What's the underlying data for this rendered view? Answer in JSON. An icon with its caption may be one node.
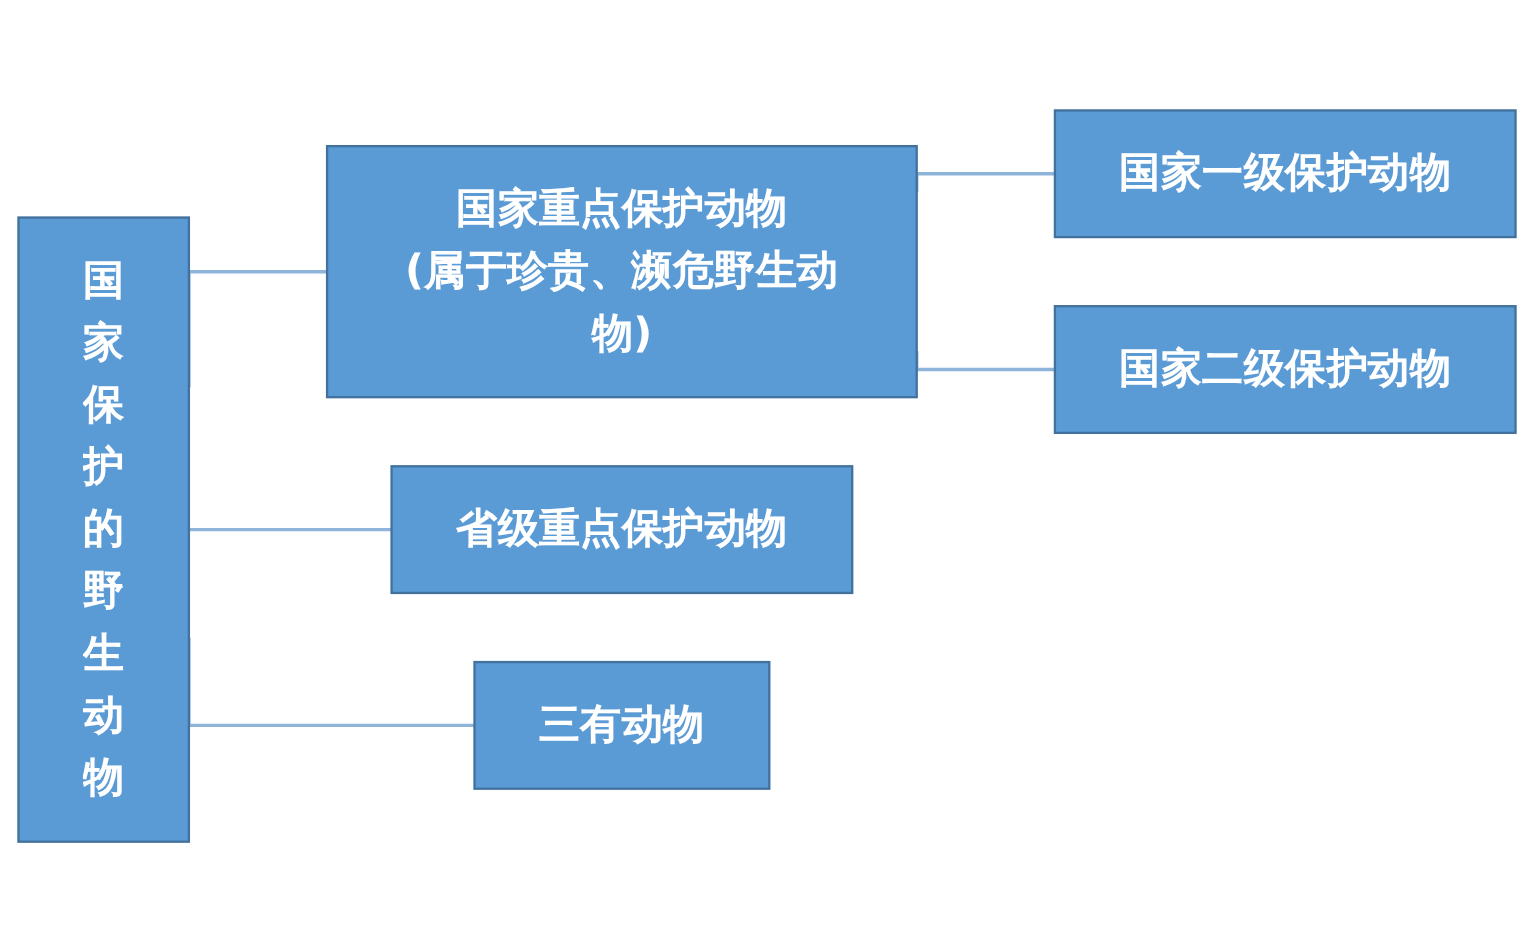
{
  "diagram": {
    "nodes": [
      {
        "text": [
          "国家保护的野生动物"
        ]
      },
      {
        "text": [
          "国家重点保护动物",
          "(属于珍贵、濒危野生动物)"
        ]
      },
      {
        "text": [
          "国家一级保护动物"
        ]
      },
      {
        "text": [
          "国家二级保护动物"
        ]
      },
      {
        "text": [
          "省级重点保护动物"
        ]
      },
      {
        "text": [
          "三有动物"
        ]
      }
    ],
    "edges": [
      {
        "from": 0,
        "to": 1,
        "arrow": "none"
      },
      {
        "from": 0,
        "to": 4,
        "arrow": "none"
      },
      {
        "from": 0,
        "to": 5,
        "arrow": "none"
      },
      {
        "from": 1,
        "to": 2,
        "arrow": "none"
      },
      {
        "from": 1,
        "to": 3,
        "arrow": "none"
      }
    ]
  }
}
